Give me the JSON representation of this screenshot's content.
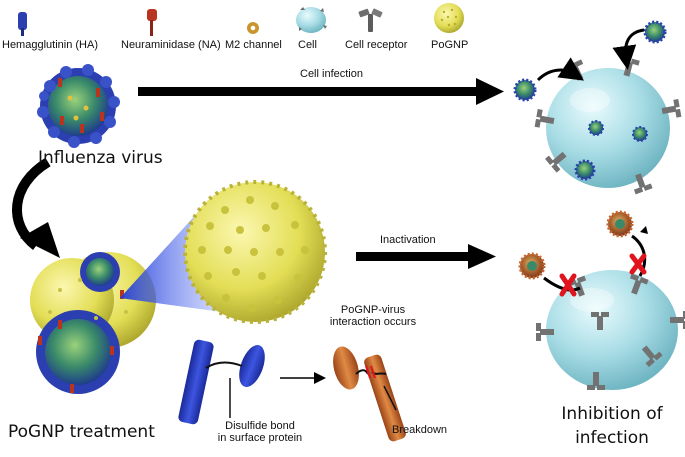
{
  "legend": {
    "ha": "Hemagglutinin (HA)",
    "na": "Neuraminidase (NA)",
    "m2": "M2 channel",
    "cell": "Cell",
    "receptor": "Cell receptor",
    "pognp": "PoGNP"
  },
  "labels": {
    "cell_infection": "Cell infection",
    "influenza_virus": "Influenza virus",
    "inactivation": "Inactivation",
    "interaction_line1": "PoGNP-virus",
    "interaction_line2": "interaction occurs",
    "disulfide_line1": "Disulfide bond",
    "disulfide_line2": "in surface protein",
    "breakdown": "Breakdown",
    "pognp_treatment": "PoGNP treatment",
    "inhibition_line1": "Inhibition of",
    "inhibition_line2": "infection"
  },
  "colors": {
    "ha": "#2b3fb0",
    "na": "#b8341f",
    "m2": "#c8962c",
    "cell": "#a9dde6",
    "receptor": "#6e6e6e",
    "pognp": "#e3de55",
    "arrow": "#000000",
    "block": "#e0141e",
    "protein_orange": "#c9652a",
    "protein_blue": "#2a3fc0"
  },
  "icons": {
    "ha": "ha-icon",
    "na": "na-icon",
    "m2": "m2-channel-icon",
    "cell": "cell-icon",
    "receptor": "cell-receptor-icon",
    "pognp": "pognp-icon",
    "block": "red-cross-icon"
  }
}
